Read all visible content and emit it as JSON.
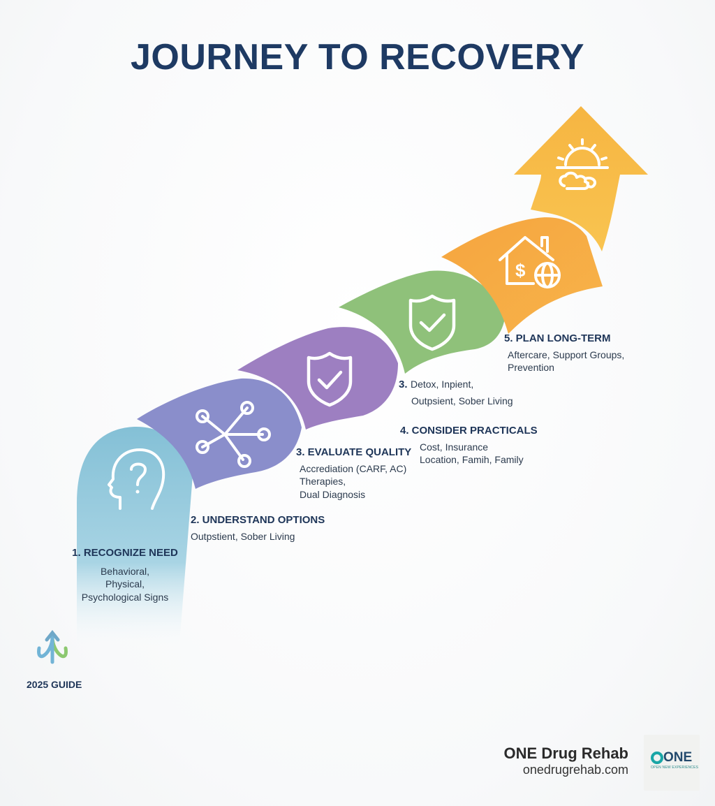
{
  "title": "JOURNEY TO RECOVERY",
  "steps": [
    {
      "heading": "1. RECOGNIZE NEED",
      "lines": [
        "Behavioral,",
        "Physical,",
        "Psychological Signs"
      ],
      "color": "#8cc4d6",
      "icon": "head-question-icon"
    },
    {
      "heading": "2. UNDERSTAND OPTIONS",
      "lines": [
        "Outpstient, Sober Living"
      ],
      "color": "#8b8fcc",
      "icon": "network-nodes-icon"
    },
    {
      "heading": "3. EVALUATE QUALITY",
      "lines": [
        "Accrediation (CARF, AC)",
        "Therapies,",
        "Dual Diagnosis"
      ],
      "color": "#9e7fc2",
      "icon": "shield-check-icon"
    },
    {
      "heading": "3.",
      "lines": [
        "Detox, Inpient,",
        "Outpsient, Sober Living"
      ],
      "color": "#8fc27a",
      "icon": "shield-check-icon"
    },
    {
      "heading": "4. CONSIDER PRACTICALS",
      "lines": [
        "Cost, Insurance",
        "Location, Famih, Family"
      ],
      "color": "#f4ad45",
      "icon": "house-dollar-globe-icon"
    },
    {
      "heading": "5. PLAN LONG-TERM",
      "lines": [
        "Aftercare, Support Groups,",
        "Prevention"
      ],
      "color": "#f8c24f",
      "icon": "sun-cloud-icon"
    }
  ],
  "badge": "2025 GUIDE",
  "brand": {
    "name": "ONE Drug Rehab",
    "url": "onedrugrehab.com",
    "logo_text": "ONE",
    "logo_sub": "OPEN NEW EXPERIENCES"
  }
}
